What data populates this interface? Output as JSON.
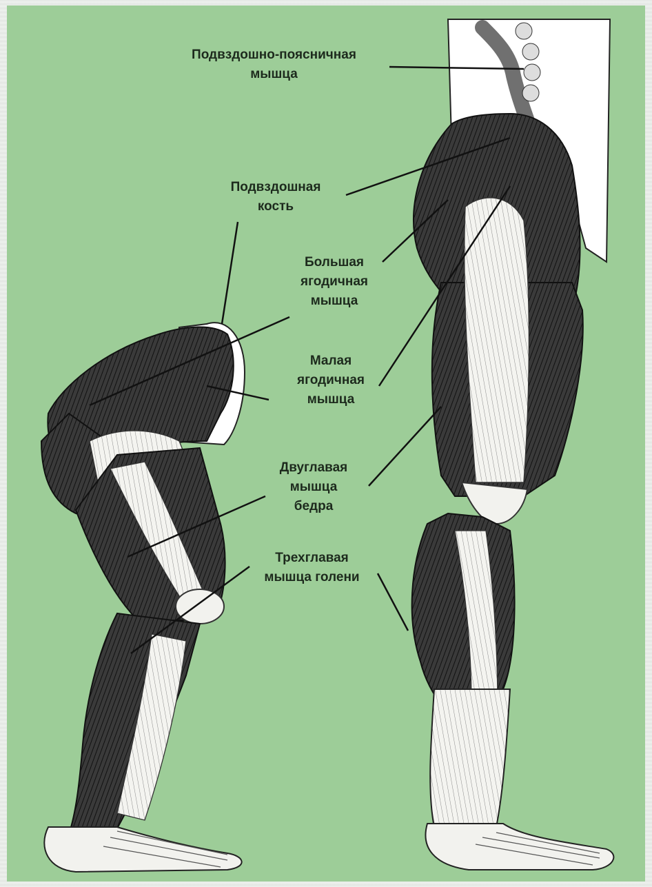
{
  "diagram": {
    "background_color": "#9dcd98",
    "labels": {
      "iliopsoas": [
        "Подвздошно-поясничная",
        "мышца"
      ],
      "ilium": [
        "Подвздошная",
        "кость"
      ],
      "gluteus_maximus": [
        "Большая",
        "ягодичная",
        "мышца"
      ],
      "gluteus_minimus": [
        "Малая",
        "ягодичная",
        "мышца"
      ],
      "biceps_femoris": [
        "Двуглавая",
        "мышца",
        "бедра"
      ],
      "triceps_surae": [
        "Трехглавая",
        "мышца голени"
      ]
    }
  }
}
